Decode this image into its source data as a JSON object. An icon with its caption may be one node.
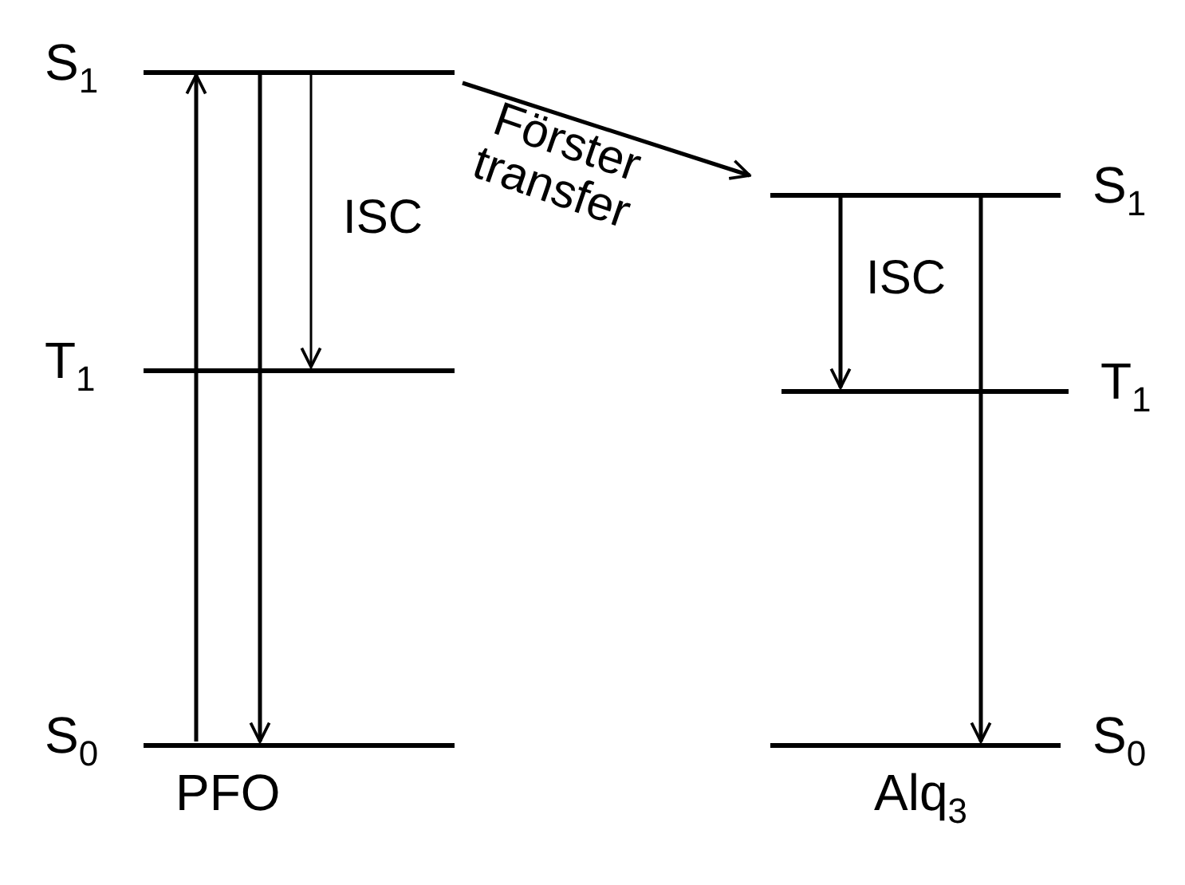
{
  "diagram": {
    "nodes": [
      {
        "text": [
          "S$_{1}$"
        ]
      },
      {
        "text": [
          "T$_{1}$"
        ]
      },
      {
        "text": [
          "S$_{0}$"
        ]
      },
      {
        "text": [
          "S$_{1}$"
        ]
      },
      {
        "text": [
          "T$_{1}$"
        ]
      },
      {
        "text": [
          "S$_{0}$"
        ]
      }
    ],
    "edges": [
      {
        "from": 2,
        "to": 0,
        "arrow": "to"
      },
      {
        "from": 0,
        "to": 2,
        "arrow": "to"
      },
      {
        "from": 0,
        "to": 1,
        "arrow": "to",
        "label": "ISC"
      },
      {
        "from": 0,
        "to": 3,
        "arrow": "to",
        "label": "Förster transfer"
      },
      {
        "from": 3,
        "to": 4,
        "arrow": "to",
        "label": "ISC"
      },
      {
        "from": 3,
        "to": 5,
        "arrow": "to"
      }
    ],
    "labels": [
      "PFO",
      "Alq$_{3}$"
    ]
  }
}
